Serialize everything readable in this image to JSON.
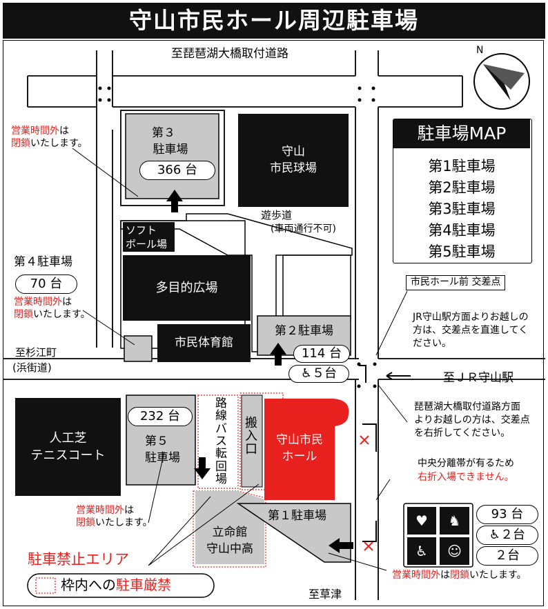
{
  "title": "守山市民ホール周辺駐車場",
  "compass": {
    "label": "N"
  },
  "roads": {
    "north": "至琵琶湖大橋取付道路",
    "west_line1": "至杉江町",
    "west_line2": "(浜街道)",
    "east": "至ＪＲ守山駅",
    "south": "至草津"
  },
  "facilities": {
    "ballpark_line1": "守山",
    "ballpark_line2": "市民球場",
    "softball_line1": "ソフト",
    "softball_line2": "ボール場",
    "plaza": "多目的広場",
    "gym": "市民体育館",
    "tennis_line1": "人工芝",
    "tennis_line2": "テニスコート",
    "hall_line1": "守山市民",
    "hall_line2": "ホール",
    "entrance": "搬入口",
    "bus_route": "路線バス転回場",
    "school_line1": "立命館",
    "school_line2": "守山中高",
    "promenade": "遊歩道",
    "promenade_note": "(車両通行不可)"
  },
  "parking": {
    "p1": {
      "name": "第１駐車場"
    },
    "p2": {
      "name": "第２駐車場",
      "count": "114 台",
      "accessible": "５台"
    },
    "p3": {
      "line1": "第３",
      "line2": "駐車場",
      "count": "366 台"
    },
    "p4": {
      "name": "第４駐車場",
      "count": "70 台"
    },
    "p5": {
      "line1": "第５",
      "line2": "駐車場",
      "count": "232 台"
    }
  },
  "notes": {
    "closed_red1": "営業時間外",
    "closed_black1": "は",
    "closed_red2": "閉鎖",
    "closed_black2": "いたします。",
    "intersection": "市民ホール前 交差点",
    "jr_line1": "JR守山駅方面よりお越しの",
    "jr_line2": "方は、交差点を直進してく",
    "jr_line3": "ださい。",
    "lake_line1": "琵琶湖大橋取付道路方面",
    "lake_line2": "よりお越しの方は、交差点",
    "lake_line3": "を右折してください。",
    "median_line1": "中央分離帯が有るため",
    "median_line2": "右折入場できません。",
    "no_parking_area": "駐車禁止エリア",
    "frame_prefix": "枠内への",
    "frame_red": "駐車厳禁"
  },
  "legend": {
    "title": "駐車場MAP",
    "items": [
      "第1駐車場",
      "第2駐車場",
      "第3駐車場",
      "第4駐車場",
      "第5駐車場"
    ]
  },
  "p1_counts": {
    "total": "93 台",
    "accessible": "２台",
    "family": "２台"
  },
  "colors": {
    "hall": "#e8201e",
    "lot": "#c8c8c8",
    "building": "#111111",
    "note_red": "#e8201e"
  }
}
